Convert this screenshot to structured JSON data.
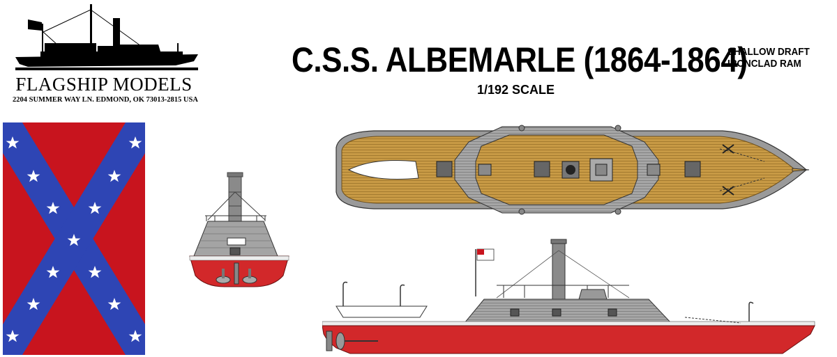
{
  "brand": {
    "name": "FLAGSHIP MODELS",
    "address": "2204 SUMMER WAY LN. EDMOND, OK 73013-2815 USA"
  },
  "title": {
    "main": "C.S.S. ALBEMARLE (1864-1864)",
    "subtitle_line1": "SHALLOW DRAFT",
    "subtitle_line2": "IRONCLAD RAM",
    "scale": "1/192 SCALE"
  },
  "colors": {
    "flag_red": "#c8141e",
    "flag_blue": "#2e45b4",
    "hull_red": "#d2282a",
    "deck_wood": "#c89a45",
    "armor_gray": "#9a9a9a"
  },
  "icons": [
    "ship-silhouette-icon",
    "confederate-flag-icon"
  ]
}
